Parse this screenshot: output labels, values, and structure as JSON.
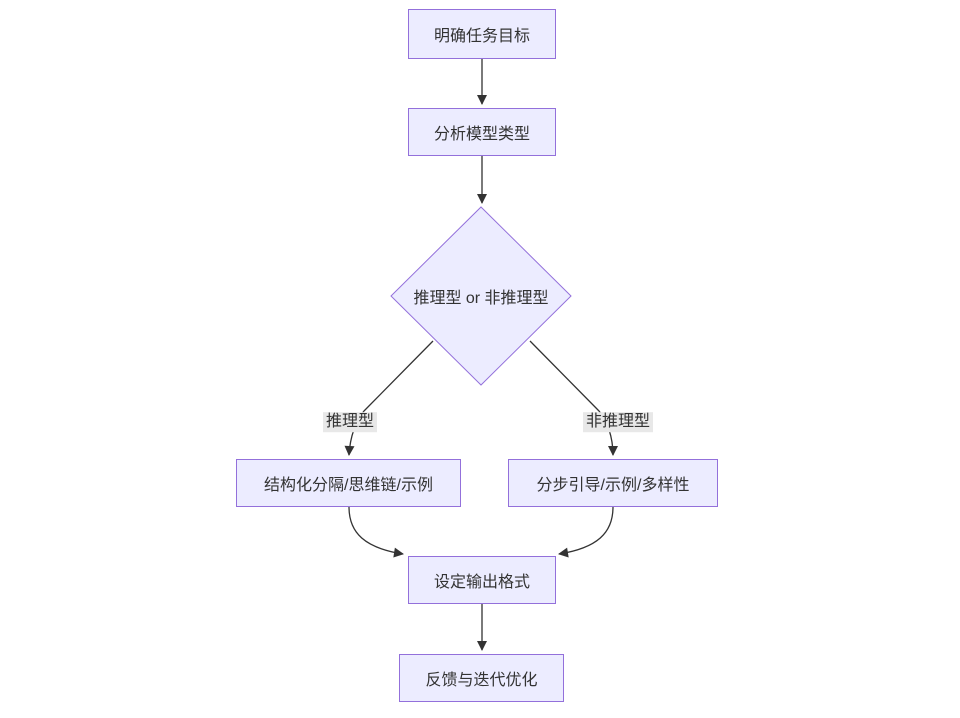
{
  "diagram": {
    "type": "flowchart",
    "direction": "top-down",
    "nodes": {
      "goal": {
        "label": "明确任务目标",
        "shape": "rect"
      },
      "analyze": {
        "label": "分析模型类型",
        "shape": "rect"
      },
      "decision": {
        "label": "推理型 or 非推理型",
        "shape": "diamond"
      },
      "reasoning": {
        "label": "结构化分隔/思维链/示例",
        "shape": "rect"
      },
      "nonReasoning": {
        "label": "分步引导/示例/多样性",
        "shape": "rect"
      },
      "outputFormat": {
        "label": "设定输出格式",
        "shape": "rect"
      },
      "feedback": {
        "label": "反馈与迭代优化",
        "shape": "rect"
      }
    },
    "edge_labels": {
      "reasoning": "推理型",
      "non_reasoning": "非推理型"
    },
    "edges": [
      {
        "from": "goal",
        "to": "analyze",
        "label": ""
      },
      {
        "from": "analyze",
        "to": "decision",
        "label": ""
      },
      {
        "from": "decision",
        "to": "reasoning",
        "label": "推理型"
      },
      {
        "from": "decision",
        "to": "nonReasoning",
        "label": "非推理型"
      },
      {
        "from": "reasoning",
        "to": "outputFormat",
        "label": ""
      },
      {
        "from": "nonReasoning",
        "to": "outputFormat",
        "label": ""
      },
      {
        "from": "outputFormat",
        "to": "feedback",
        "label": ""
      }
    ],
    "colors": {
      "node_fill": "#ECECFF",
      "node_border": "#9370DB",
      "edge_line": "#333333",
      "text": "#333333",
      "edge_label_bg": "#e8e8e8",
      "canvas_bg": "#ffffff"
    }
  }
}
